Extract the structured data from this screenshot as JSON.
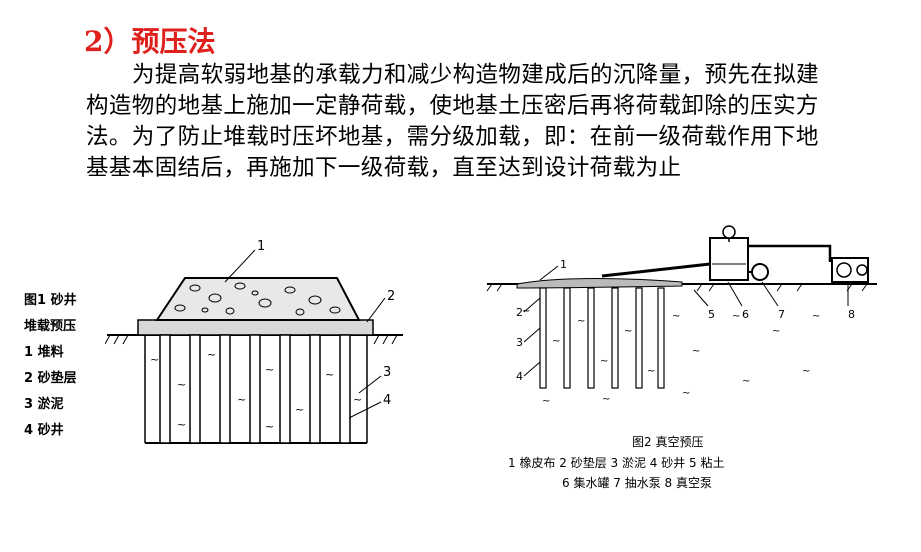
{
  "heading": "2）预压法",
  "paragraph": "为提高软弱地基的承载力和减少构造物建成后的沉降量，预先在拟建构造物的地基上施加一定静荷载，使地基土压密后再将荷载卸除的压实方法。为了防止堆载时压坏地基，需分级加载，即：在前一级荷载作用下地基基本固结后，再施加下一级荷载，直至达到设计荷载为止",
  "figure1": {
    "caption_line1": "图1  砂井",
    "caption_line2": "堆载预压",
    "legend": [
      "1 堆料",
      "2 砂垫层",
      "3 淤泥",
      "4 砂井"
    ],
    "callouts": [
      "1",
      "2",
      "3",
      "4"
    ]
  },
  "figure2": {
    "caption": "图2  真空预压",
    "legend_line1": "1 橡皮布  2 砂垫层  3 淤泥  4 砂井  5 粘土",
    "legend_line2": "6 集水罐  7 抽水泵  8 真空泵",
    "callouts": [
      "1",
      "2",
      "3",
      "4",
      "5",
      "6",
      "7",
      "8"
    ]
  }
}
